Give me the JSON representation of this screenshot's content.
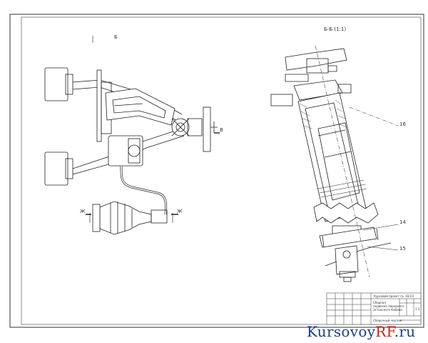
{
  "drawing": {
    "view_label_left": "Б",
    "section_title_right": "Б-Б (1:1)",
    "view_marker_v": "В",
    "section_marker_left": "Ж",
    "section_marker_right": "Ж",
    "callouts": [
      "16",
      "14",
      "15"
    ]
  },
  "title_block": {
    "code": "Курсовой проект гр. 42/23",
    "name_line1": "Сборная",
    "name_line2": "подвеска переднего",
    "name_line3": "Эстонского Кабина",
    "sheet_info": "1:1",
    "assembly": "Сборочный чертеж"
  },
  "watermark": {
    "part1": "Kursovoy",
    "part2": "RF",
    "part3": ".ru",
    "color_dark": "#1a3f8c",
    "color_accent": "#d0231a"
  }
}
